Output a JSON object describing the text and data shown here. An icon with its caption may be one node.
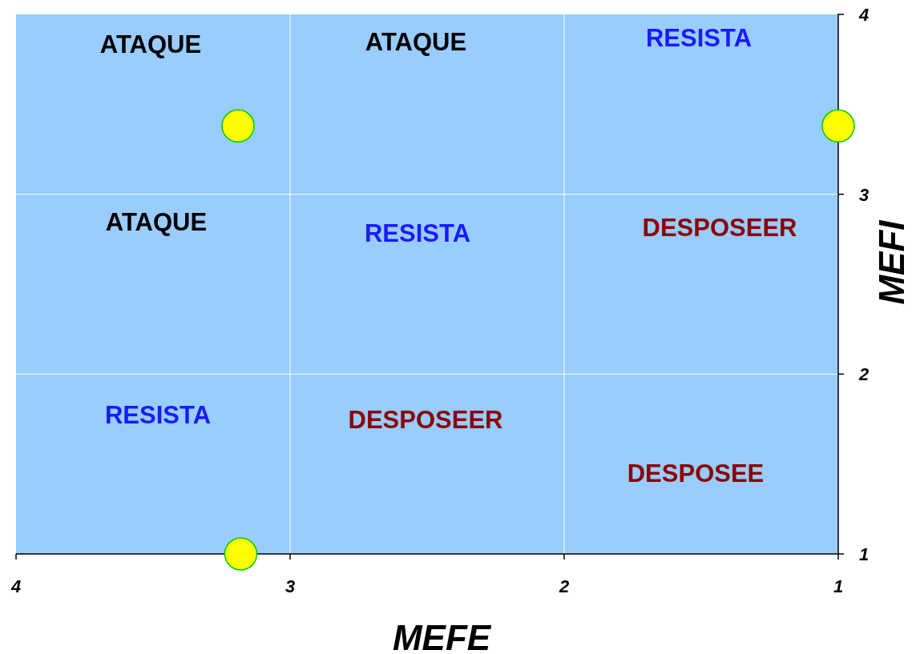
{
  "diagram": {
    "chart_data": {
      "type": "scatter",
      "xlabel": "MEFE",
      "ylabel": "MEFI",
      "x": [
        3.19,
        1.0,
        3.18
      ],
      "series": [
        {
          "color": "#ffff00",
          "values": [
            3.38,
            3.38,
            1.0
          ]
        }
      ],
      "xlim": [
        4,
        1
      ],
      "ylim": [
        1,
        4
      ],
      "xticks": [
        4,
        3,
        2,
        1
      ],
      "yticks": [
        1,
        2,
        3,
        4
      ],
      "grid": true,
      "annotations": [
        "ATAQUE",
        "ATAQUE",
        "RESISTA",
        "ATAQUE",
        "RESISTA",
        "DESPOSEER",
        "RESISTA",
        "DESPOSEER",
        "DESPOSEE"
      ]
    }
  }
}
